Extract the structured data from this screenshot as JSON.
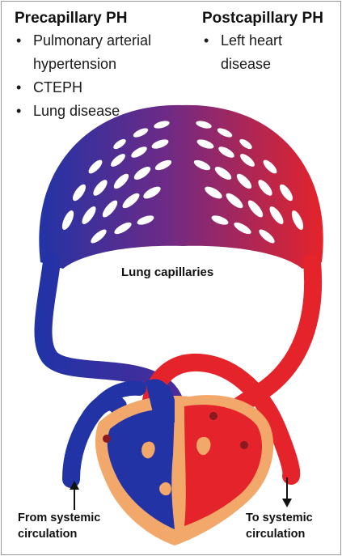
{
  "precapillary": {
    "title": "Precapillary PH",
    "items": [
      "Pulmonary arterial hypertension",
      "CTEPH",
      "Lung disease"
    ]
  },
  "postcapillary": {
    "title": "Postcapillary PH",
    "items": [
      "Left heart disease"
    ]
  },
  "capillaries_label": "Lung capillaries",
  "from_label": [
    "From systemic",
    "circulation"
  ],
  "to_label": [
    "To systemic",
    "circulation"
  ],
  "colors": {
    "deoxygenated": "#2233a6",
    "oxygenated": "#e5232a",
    "mixed": "#7a2a7e",
    "myocardium": "#f2a86a"
  }
}
